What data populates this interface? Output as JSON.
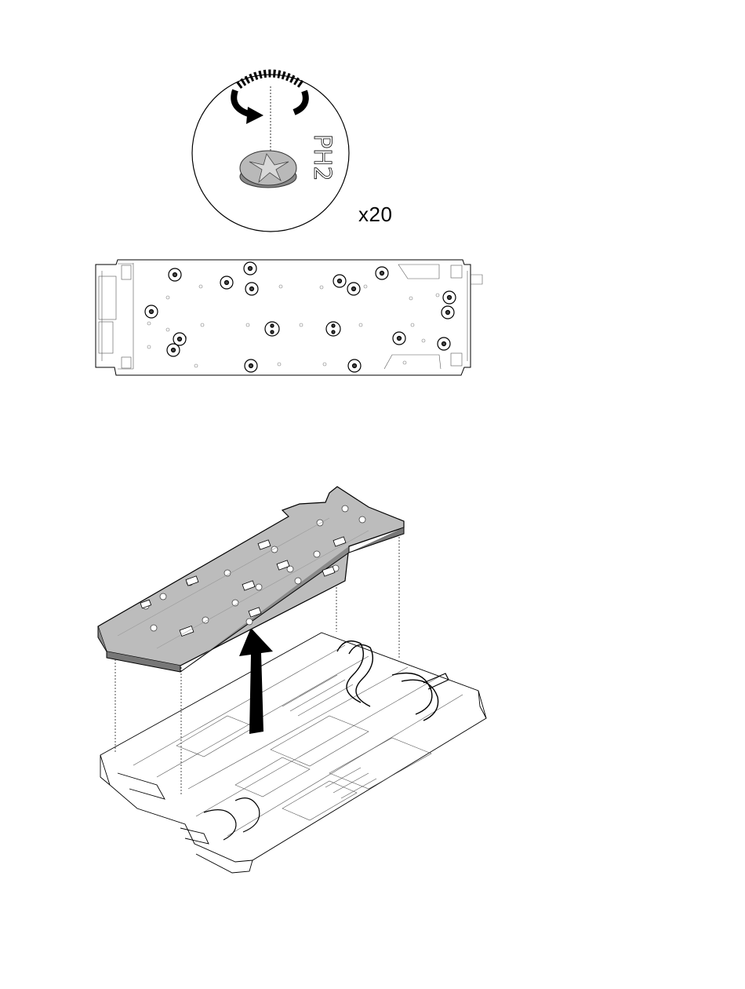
{
  "callout": {
    "screw_driver_label": "PH2",
    "quantity": "x20"
  },
  "icons": {
    "rotate": "counterclockwise-rotate-arrow-icon",
    "screw": "phillips-screw-icon",
    "lift": "lift-up-arrow-icon"
  },
  "screw_positions_count": 20
}
